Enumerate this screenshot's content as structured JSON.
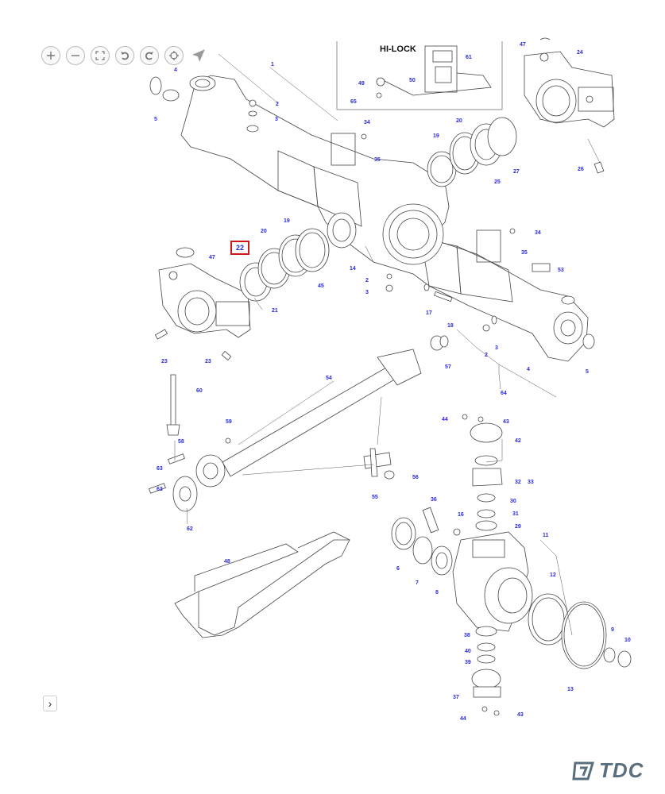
{
  "toolbar": {
    "buttons": [
      {
        "name": "zoom-in-button",
        "icon": "plus-icon"
      },
      {
        "name": "zoom-out-button",
        "icon": "minus-icon"
      },
      {
        "name": "fullscreen-button",
        "icon": "fullscreen-icon"
      },
      {
        "name": "rotate-left-button",
        "icon": "rotate-left-icon"
      },
      {
        "name": "rotate-right-button",
        "icon": "rotate-right-icon"
      },
      {
        "name": "recenter-button",
        "icon": "crosshair-icon"
      },
      {
        "name": "navigate-button",
        "icon": "navigation-arrow-icon"
      }
    ]
  },
  "diagram": {
    "inset_title": "HI-LOCK",
    "selected_part": "22",
    "labels": [
      "1",
      "2",
      "3",
      "4",
      "5",
      "47",
      "24",
      "26",
      "49",
      "50",
      "61",
      "65",
      "34",
      "35",
      "19",
      "20",
      "25",
      "27",
      "14",
      "47",
      "21",
      "23",
      "23",
      "60",
      "54",
      "57",
      "59",
      "58",
      "63",
      "63",
      "62",
      "55",
      "56",
      "44",
      "43",
      "42",
      "32",
      "33",
      "30",
      "31",
      "29",
      "36",
      "16",
      "6",
      "7",
      "8",
      "11",
      "12",
      "13",
      "9",
      "10",
      "38",
      "40",
      "39",
      "37",
      "44",
      "43",
      "48",
      "53",
      "64",
      "17",
      "18",
      "2",
      "3",
      "4",
      "5",
      "2",
      "3",
      "45",
      "19",
      "20",
      "34",
      "35"
    ]
  },
  "expand_button": {
    "icon": "chevron-right-icon",
    "label": "›"
  },
  "logo": {
    "text": "TDC",
    "icon": "tdc-logo-icon"
  },
  "colors": {
    "label_blue": "#2a2adb",
    "selection_red": "#d01818",
    "logo_gray": "#5a6f7d"
  }
}
